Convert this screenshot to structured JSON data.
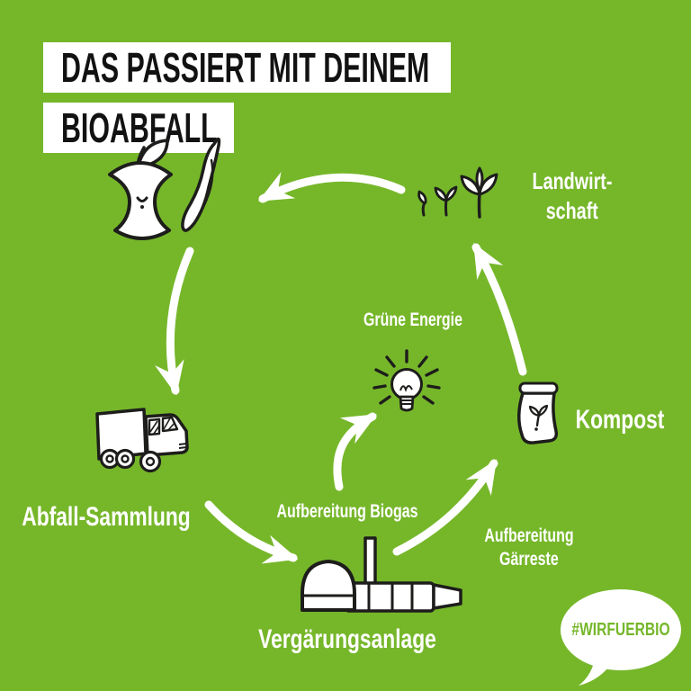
{
  "title": {
    "line1": "DAS PASSIERT MIT DEINEM",
    "line2": "BIOABFALL"
  },
  "cycle": {
    "stages": [
      {
        "name": "bioabfall",
        "icon": "apple-core-banana-peel-icon"
      },
      {
        "name": "abfall-sammlung",
        "icon": "garbage-truck-icon",
        "label": "Abfall-Sammlung"
      },
      {
        "name": "vergaerungsanlage",
        "icon": "biogas-plant-icon",
        "label": "Vergärungsanlage"
      },
      {
        "name": "kompost",
        "icon": "compost-bag-icon",
        "label": "Kompost"
      },
      {
        "name": "landwirtschaft",
        "icon": "sprouting-plants-icon",
        "label_line1": "Landwirt-",
        "label_line2": "schaft"
      }
    ],
    "energy": {
      "icon": "light-bulb-icon",
      "label": "Grüne Energie"
    },
    "process_labels": {
      "biogas": "Aufbereitung Biogas",
      "gaerreste_line1": "Aufbereitung",
      "gaerreste_line2": "Gärreste"
    },
    "flows": [
      {
        "from": "landwirtschaft",
        "to": "bioabfall"
      },
      {
        "from": "bioabfall",
        "to": "abfall-sammlung"
      },
      {
        "from": "abfall-sammlung",
        "to": "vergaerungsanlage"
      },
      {
        "from": "vergaerungsanlage",
        "to": "gruene-energie"
      },
      {
        "from": "vergaerungsanlage",
        "to": "kompost"
      },
      {
        "from": "kompost",
        "to": "landwirtschaft"
      }
    ]
  },
  "badge": {
    "label": "#WIRFUERBIO",
    "icon": "speech-bubble-icon"
  },
  "colors": {
    "background": "#76b72a",
    "title_text": "#121212",
    "title_box": "#ffffff",
    "label_text": "#ffffff",
    "arrow": "#ffffff",
    "icon_fill": "#ffffff",
    "icon_outline": "#1d1d1b",
    "badge_fill": "#ffffff",
    "badge_text": "#76b72a"
  }
}
